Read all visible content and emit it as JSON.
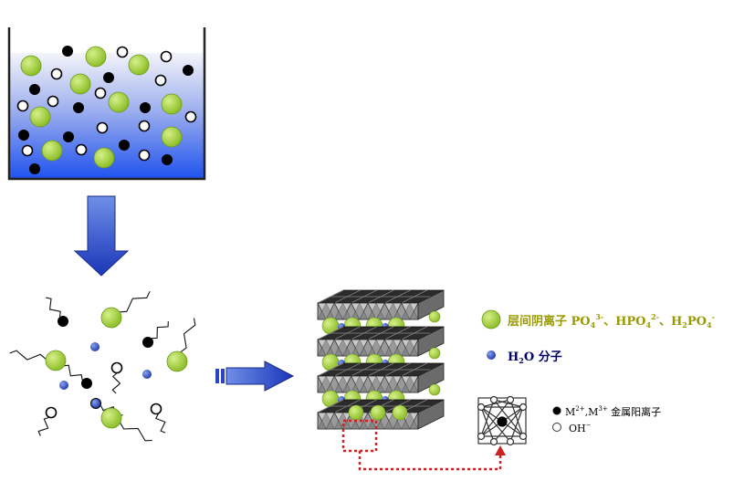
{
  "legend": {
    "interlayer_anion_prefix": "层间阴离子 ",
    "po4_base": "PO",
    "po4_sub": "4",
    "po4_sup": "3-",
    "separator_1": "、",
    "hpo4_base": "HPO",
    "hpo4_sub": "4",
    "hpo4_sup": "2-",
    "separator_2": "、",
    "h2po4_h": "H",
    "h2po4_sub2": "2",
    "h2po4_po": "PO",
    "h2po4_sub4": "4",
    "h2po4_sup": "-",
    "water_h": "H",
    "water_sub": "2",
    "water_rest": "O 分子",
    "metal_m2": "M",
    "metal_m2_sup": "2+",
    "metal_comma": ",M",
    "metal_m3_sup": "3+",
    "metal_rest": " 金属阳离子",
    "hydroxide": "OH",
    "hydroxide_sup": "−"
  },
  "colors": {
    "anion_green": "#99cc33",
    "water_blue": "#3355bb",
    "solution_top": "#f0f0f8",
    "solution_bottom": "#2255ee",
    "arrow_blue": "#2244cc",
    "legend_olive": "#999900",
    "legend_navy": "#000066",
    "highlight_red": "#cc2222"
  },
  "icons": {
    "down_arrow": "down-arrow-icon",
    "right_arrow": "right-arrow-icon",
    "octahedron": "octahedron-icon"
  }
}
